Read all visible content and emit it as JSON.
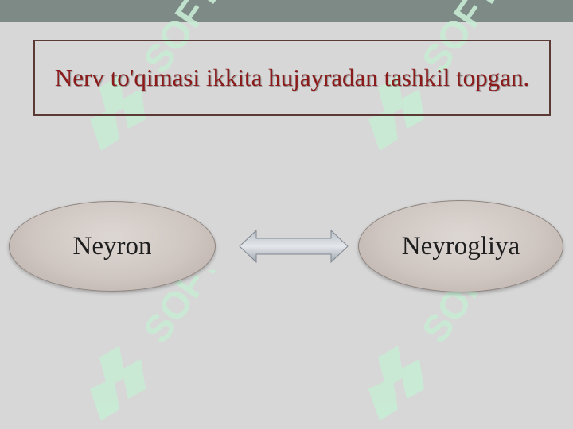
{
  "slide": {
    "title": "Nerv to'qimasi ikkita hujayradan tashkil topgan.",
    "left_node": "Neyron",
    "right_node": "Neyrogliya",
    "connector": "double-arrow",
    "watermark": "SOFT"
  },
  "colors": {
    "background": "#d7d7d7",
    "top_bar": "#7d8a86",
    "title_text": "#8b1a1a",
    "title_border": "#5b3a36",
    "node_fill": "#cfc6c1",
    "watermark": "#c8ecd4"
  }
}
